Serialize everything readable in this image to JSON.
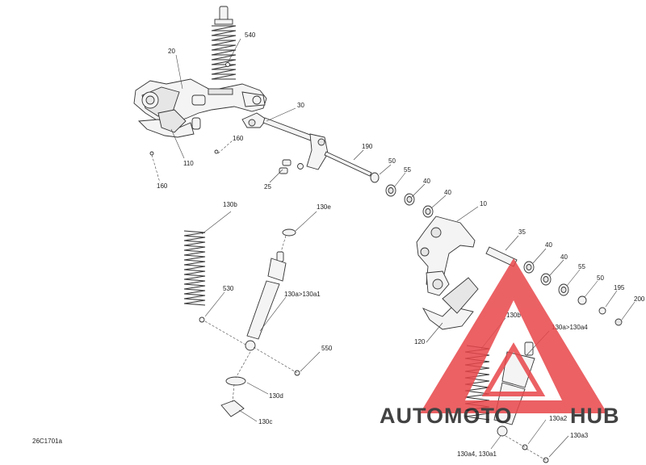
{
  "drawing_code": "26C1701a",
  "callouts": [
    {
      "id": "c-540",
      "label": "540"
    },
    {
      "id": "c-20",
      "label": "20"
    },
    {
      "id": "c-30",
      "label": "30"
    },
    {
      "id": "c-160a",
      "label": "160"
    },
    {
      "id": "c-110",
      "label": "110"
    },
    {
      "id": "c-160b",
      "label": "160"
    },
    {
      "id": "c-190",
      "label": "190"
    },
    {
      "id": "c-50a",
      "label": "50"
    },
    {
      "id": "c-25",
      "label": "25"
    },
    {
      "id": "c-55a",
      "label": "55"
    },
    {
      "id": "c-40a",
      "label": "40"
    },
    {
      "id": "c-40b",
      "label": "40"
    },
    {
      "id": "c-10",
      "label": "10"
    },
    {
      "id": "c-130b-l",
      "label": "130b"
    },
    {
      "id": "c-130e",
      "label": "130e"
    },
    {
      "id": "c-35",
      "label": "35"
    },
    {
      "id": "c-40c",
      "label": "40"
    },
    {
      "id": "c-40d",
      "label": "40"
    },
    {
      "id": "c-55b",
      "label": "55"
    },
    {
      "id": "c-50b",
      "label": "50"
    },
    {
      "id": "c-195",
      "label": "195"
    },
    {
      "id": "c-200",
      "label": "200"
    },
    {
      "id": "c-530",
      "label": "530"
    },
    {
      "id": "c-130a1",
      "label": "130a>130a1"
    },
    {
      "id": "c-130b-r",
      "label": "130b"
    },
    {
      "id": "c-130a4",
      "label": "130a>130a4"
    },
    {
      "id": "c-120",
      "label": "120"
    },
    {
      "id": "c-550",
      "label": "550"
    },
    {
      "id": "c-130d",
      "label": "130d"
    },
    {
      "id": "c-130c",
      "label": "130c"
    },
    {
      "id": "c-130a2",
      "label": "130a2"
    },
    {
      "id": "c-130a3",
      "label": "130a3"
    },
    {
      "id": "c-130a4a1",
      "label": "130a4, 130a1"
    }
  ],
  "watermark": {
    "text_part1": "AUTOMOTO",
    "text_part2": "HUB",
    "color_triangle": "#e8464a",
    "color_text1": "#f2c233",
    "color_text2": "#555555"
  }
}
